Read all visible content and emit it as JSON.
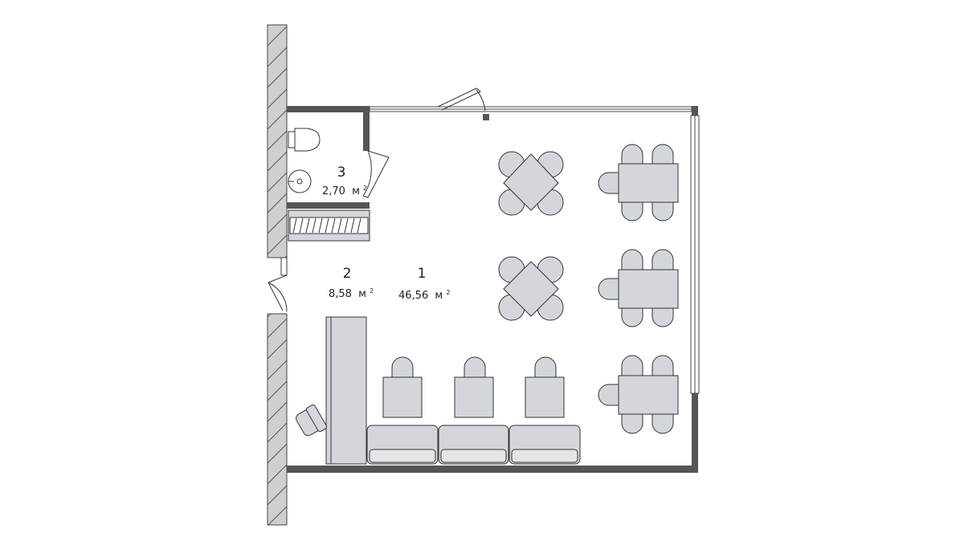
{
  "rooms": [
    {
      "number": "1",
      "area": "46,56",
      "unit": "м",
      "unit_exp": "2"
    },
    {
      "number": "2",
      "area": "8,58",
      "unit": "м",
      "unit_exp": "2"
    },
    {
      "number": "3",
      "area": "2,70",
      "unit": "м",
      "unit_exp": "2"
    }
  ],
  "colors": {
    "wall": "#555555",
    "hatch_wall": "#cfcfcf",
    "furniture": "#d3d7dc",
    "stroke": "#333333"
  }
}
